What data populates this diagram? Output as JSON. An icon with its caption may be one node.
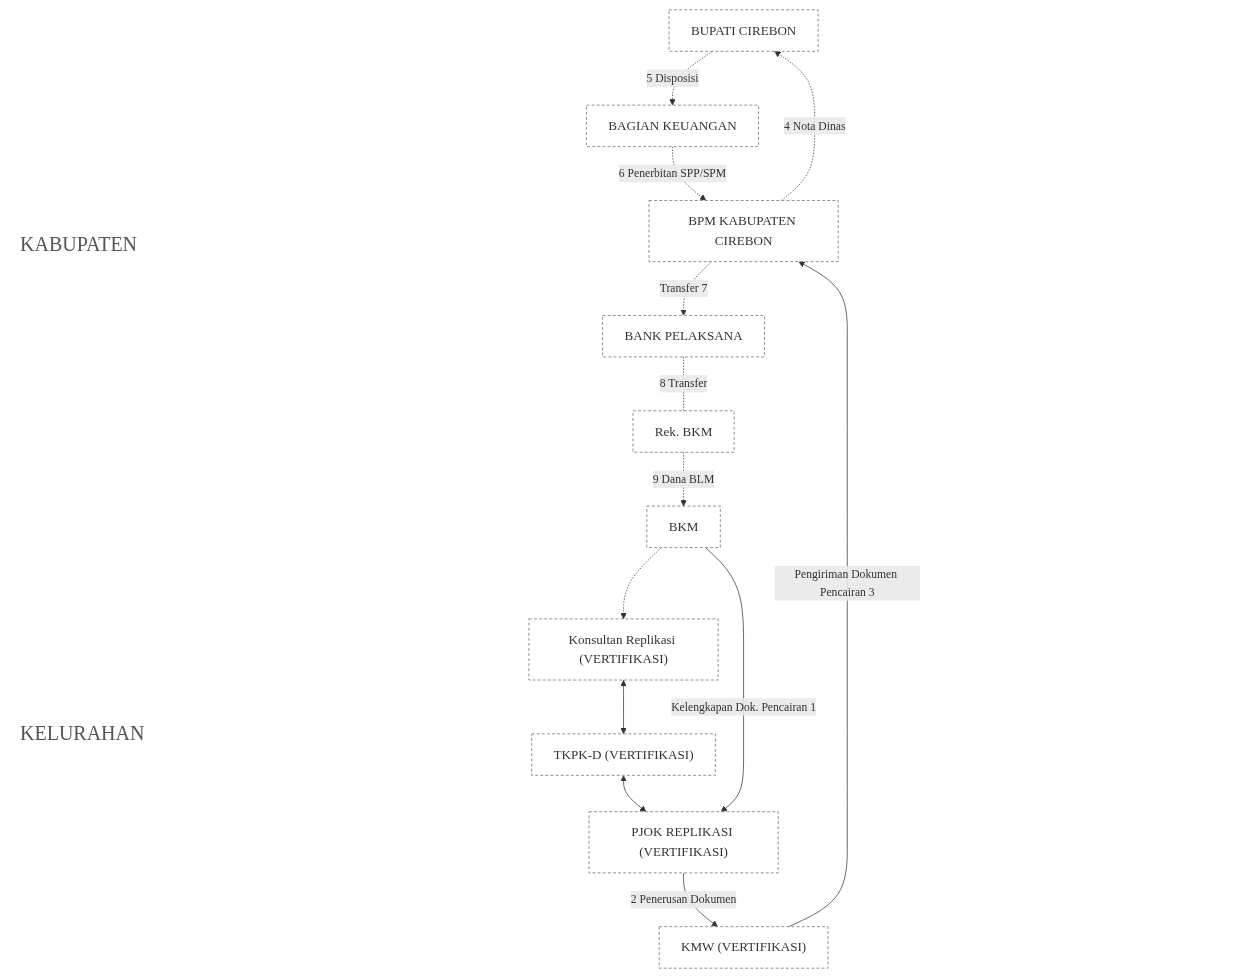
{
  "diagram": {
    "nodes": [
      {
        "text": [
          "BUPATI CIREBON"
        ]
      },
      {
        "text": [
          "BAGIAN KEUANGAN"
        ]
      },
      {
        "text": [
          "BPM KABUPATEN CIREBON"
        ]
      },
      {
        "text": [
          "BANK PELAKSANA"
        ]
      },
      {
        "text": [
          "KMW (VERTIFIKASI)"
        ]
      },
      {
        "text": [
          "Konsultan Replikasi (VERTIFIKASI)"
        ]
      },
      {
        "text": [
          "TKPK-D (VERTIFIKASI)"
        ]
      },
      {
        "text": [
          "PJOK REPLIKASI (VERTIFIKASI)"
        ]
      },
      {
        "text": [
          "BKM"
        ]
      },
      {
        "text": [
          "Rek. BKM"
        ]
      }
    ],
    "edges": [
      {
        "from": 0,
        "to": 1,
        "arrow": "to",
        "style": "dashed",
        "label": "5 Disposisi"
      },
      {
        "from": 1,
        "to": 2,
        "arrow": "to",
        "style": "dashed",
        "label": "6 Penerbitan SPP/SPM"
      },
      {
        "from": 2,
        "to": 0,
        "arrow": "to",
        "style": "dashed",
        "label": "4 Nota Dinas"
      },
      {
        "from": 2,
        "to": 3,
        "arrow": "to",
        "style": "dashed",
        "label": "Transfer 7"
      },
      {
        "from": 4,
        "to": 2,
        "arrow": "to",
        "label": "Pengiriman Dokumen Pencairan 3"
      },
      {
        "from": 7,
        "to": 4,
        "arrow": "to",
        "label": "2 Penerusan Dokumen"
      },
      {
        "from": 5,
        "to": 6,
        "arrow": "both"
      },
      {
        "from": 6,
        "to": 7,
        "arrow": "both"
      },
      {
        "from": 8,
        "to": 7,
        "arrow": "to",
        "label": "Kelengkapan Dok. Pencairan 1"
      },
      {
        "from": 8,
        "to": 5,
        "arrow": "to",
        "style": "dashed"
      },
      {
        "from": 3,
        "to": 9,
        "arrow": "none",
        "style": "dashed",
        "label": "8 Transfer"
      },
      {
        "from": 9,
        "to": 8,
        "arrow": "to",
        "style": "dashed",
        "label": "9 Dana BLM"
      }
    ],
    "labels": [
      "KABUPATEN",
      "KELURAHAN"
    ]
  }
}
